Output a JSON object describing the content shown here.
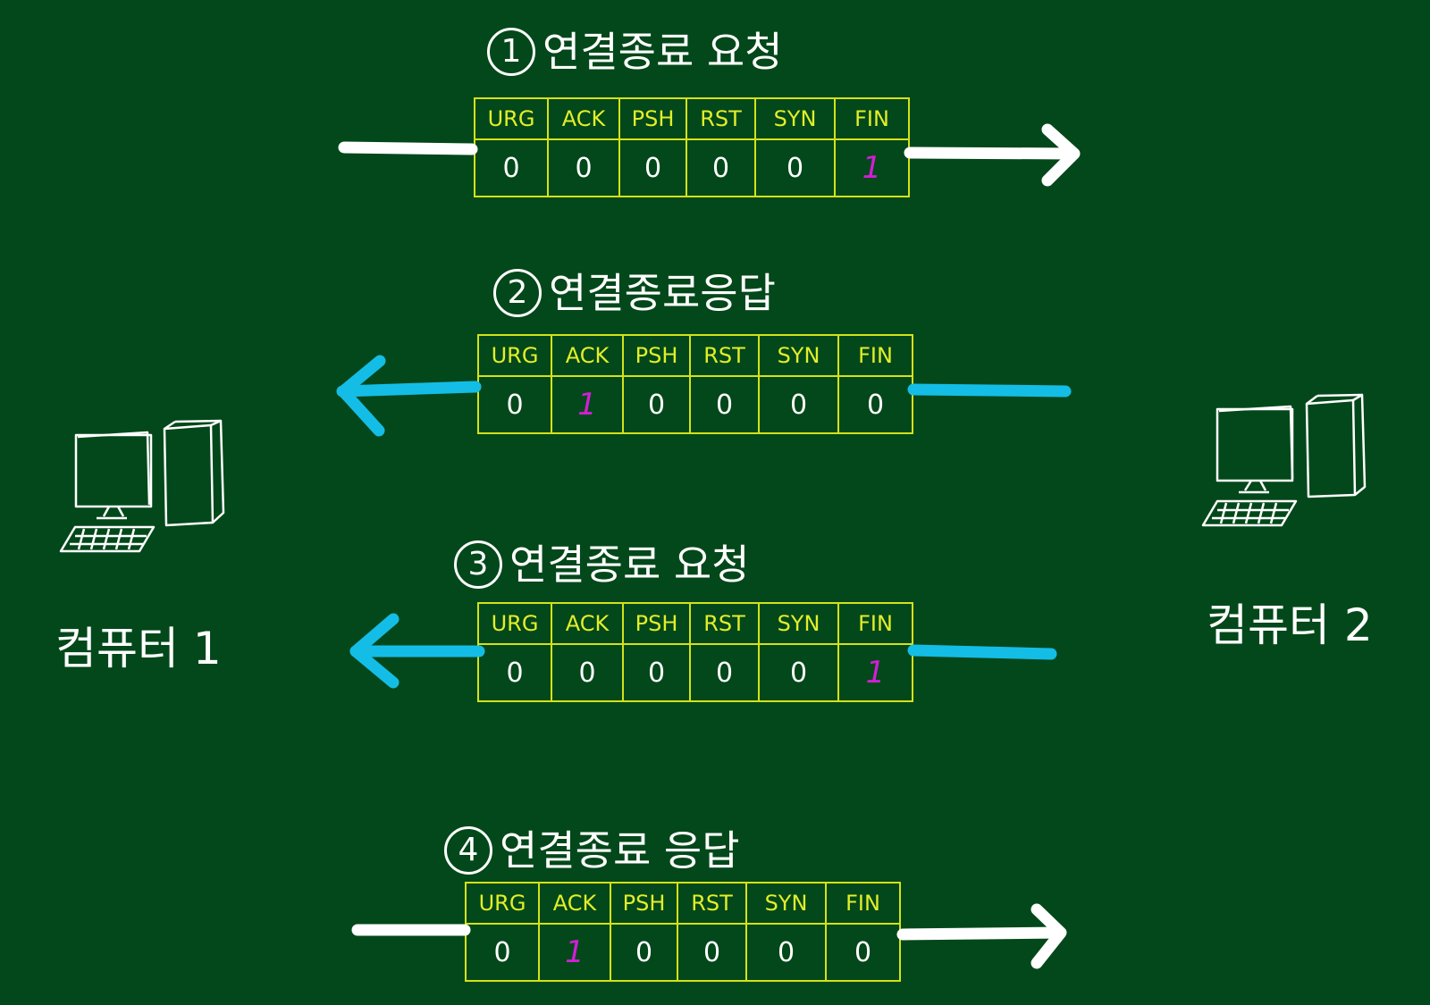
{
  "colors": {
    "background": "#03481a",
    "table_border": "#d4e21a",
    "header_text": "#e2ee2a",
    "zero_value": "#ffffff",
    "one_value": "#d21ed6",
    "arrow_white": "#ffffff",
    "arrow_cyan": "#14bde6"
  },
  "computers": {
    "left": {
      "label": "컴퓨터 1",
      "icon": "desktop-computer-icon"
    },
    "right": {
      "label": "컴퓨터 2",
      "icon": "desktop-computer-icon"
    }
  },
  "flag_headers": [
    "URG",
    "ACK",
    "PSH",
    "RST",
    "SYN",
    "FIN"
  ],
  "steps": [
    {
      "number": "1",
      "title": "연결종료 요청",
      "values": [
        "0",
        "0",
        "0",
        "0",
        "0",
        "1"
      ],
      "direction": "to-right",
      "arrow_color": "white"
    },
    {
      "number": "2",
      "title": "연결종료응답",
      "values": [
        "0",
        "1",
        "0",
        "0",
        "0",
        "0"
      ],
      "direction": "to-left",
      "arrow_color": "cyan"
    },
    {
      "number": "3",
      "title": "연결종료 요청",
      "values": [
        "0",
        "0",
        "0",
        "0",
        "0",
        "1"
      ],
      "direction": "to-left",
      "arrow_color": "cyan"
    },
    {
      "number": "4",
      "title": "연결종료 응답",
      "values": [
        "0",
        "1",
        "0",
        "0",
        "0",
        "0"
      ],
      "direction": "to-right",
      "arrow_color": "white"
    }
  ]
}
